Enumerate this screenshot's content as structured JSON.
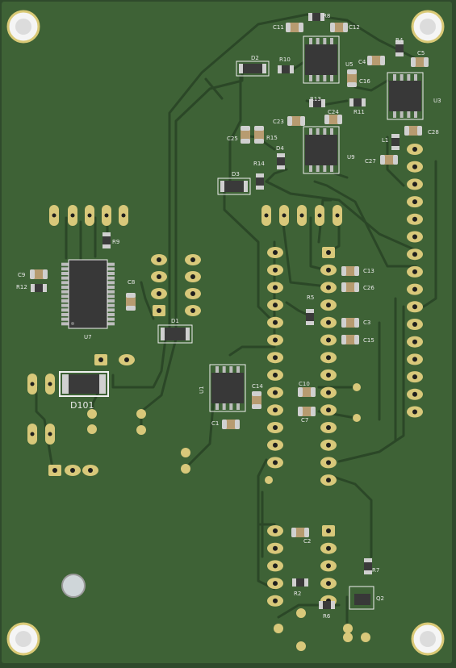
{
  "board": {
    "colors": {
      "substrate": "#3e6236",
      "trace": "#2b4727",
      "silk": "#f0f0f0",
      "pad": "#d8c87a",
      "pad_dark": "#c7b65f",
      "ic_body": "#383838",
      "ic_pin": "#bdbdbd",
      "cap_body": "#b79b70",
      "cap_end": "#d0d0d0",
      "res_body": "#3a3a3a",
      "hole": "#f5f5f5",
      "hole_ring": "#d9c976"
    },
    "labels": {
      "c11": "C11",
      "r8": "R8",
      "c12": "C12",
      "d2": "D2",
      "r10": "R10",
      "u5": "U5",
      "c16": "C16",
      "r4": "R4",
      "c4": "C4",
      "c5": "C5",
      "u3": "U3",
      "r13": "R13",
      "r11": "R11",
      "c24": "C24",
      "c23": "C23",
      "c28": "C28",
      "c25": "C25",
      "r15": "R15",
      "d4": "D4",
      "u9": "U9",
      "l1": "L1",
      "c27": "C27",
      "r14": "R14",
      "d3": "D3",
      "r9": "R9",
      "c9": "C9",
      "r12": "R12",
      "c8": "C8",
      "u7": "U7",
      "c13": "C13",
      "c26": "C26",
      "r5": "R5",
      "c3": "C3",
      "c15": "C15",
      "d1": "D1",
      "d101": "D101",
      "u1": "U1",
      "c14": "C14",
      "c1": "C1",
      "c10": "C10",
      "c7": "C7",
      "c2": "C2",
      "r2": "R2",
      "r6": "R6",
      "r7": "R7",
      "q2": "Q2"
    }
  }
}
